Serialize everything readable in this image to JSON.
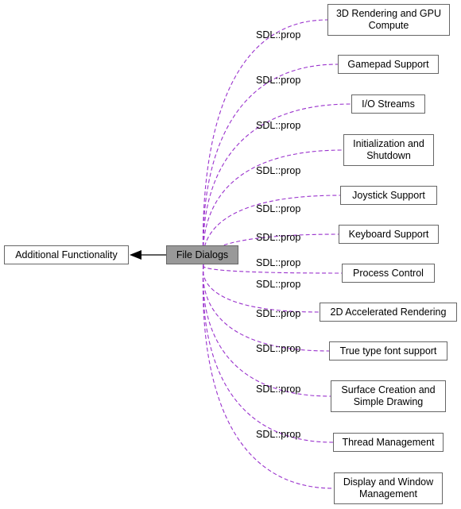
{
  "diagram": {
    "center": {
      "label": "File Dialogs"
    },
    "parent": {
      "label": "Additional Functionality"
    },
    "edge_label": "SDL::prop",
    "edge_color": "#9a32cd",
    "center_fill": "#999999",
    "children": [
      {
        "label": "3D Rendering and GPU\nCompute"
      },
      {
        "label": "Gamepad Support"
      },
      {
        "label": "I/O Streams"
      },
      {
        "label": "Initialization and\nShutdown"
      },
      {
        "label": "Joystick Support"
      },
      {
        "label": "Keyboard Support"
      },
      {
        "label": "Process Control"
      },
      {
        "label": "2D Accelerated Rendering"
      },
      {
        "label": "True type font support"
      },
      {
        "label": "Surface Creation and\nSimple Drawing"
      },
      {
        "label": "Thread Management"
      },
      {
        "label": "Display and Window\nManagement"
      }
    ]
  }
}
